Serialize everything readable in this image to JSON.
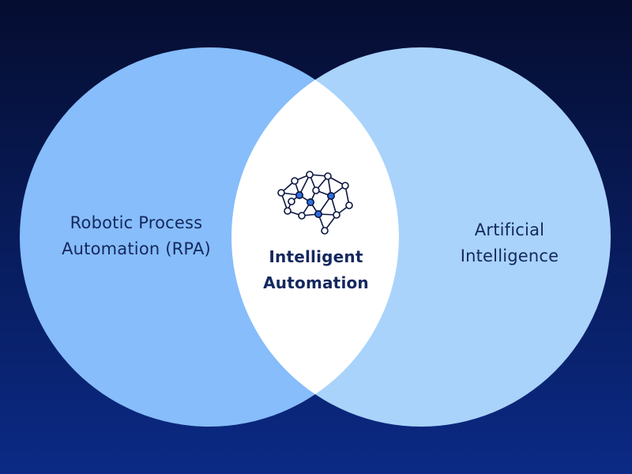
{
  "colors": {
    "background_top": "#050d30",
    "background_bottom": "#0b2a85",
    "left_circle": "#86bdfa",
    "right_circle": "#a9d3fb",
    "intersection": "#ffffff",
    "text": "#14285e",
    "brain_node_fill": "#ffffff",
    "brain_node_accent": "#2f6fe0",
    "brain_line": "#0b1640"
  },
  "icons": {
    "center": "brain-network-icon"
  },
  "venn": {
    "left": {
      "line1": "Robotic Process",
      "line2": "Automation (RPA)"
    },
    "right": {
      "line1": "Artificial",
      "line2": "Intelligence"
    },
    "intersection": {
      "line1": "Intelligent",
      "line2": "Automation"
    }
  }
}
